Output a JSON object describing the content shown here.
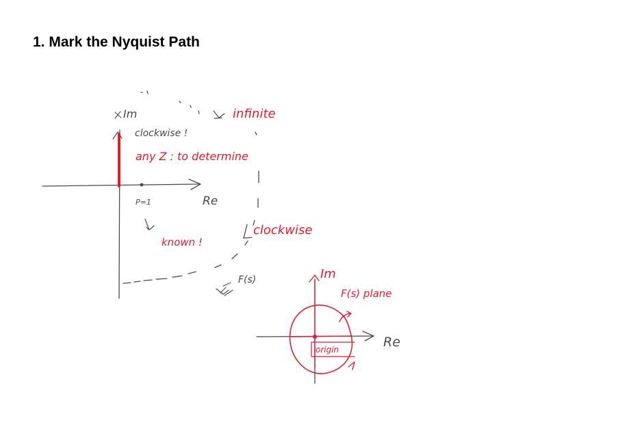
{
  "heading": "1. Mark the Nyquist Path",
  "colors": {
    "pen_dark": "#4a4a4a",
    "pen_red": "#dd1c2e"
  },
  "sketch_left": {
    "axis_im": "Im",
    "axis_re": "Re",
    "pole_note": "P=1",
    "clockwise_note": "clockwise !",
    "infinite_note": "infinite",
    "z_note": "any Z : to determine",
    "known_note": "known !",
    "clockwise_note_2": "clockwise",
    "mapping_label": "F(s)"
  },
  "sketch_right": {
    "axis_im": "Im",
    "plane_label": "F(s) plane",
    "axis_re": "Re",
    "origin_label": "origin"
  }
}
